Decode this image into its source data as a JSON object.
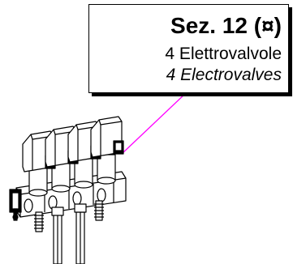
{
  "callout": {
    "title": "Sez. 12 (¤)",
    "line_it": "4 Elettrovalvole",
    "line_en": "4 Electrovalves"
  },
  "colors": {
    "leader_line": "#ff00ff",
    "stroke": "#000000",
    "background": "#ffffff"
  },
  "drawing": {
    "component": "valve-block-assembly",
    "valve_count": 4
  }
}
